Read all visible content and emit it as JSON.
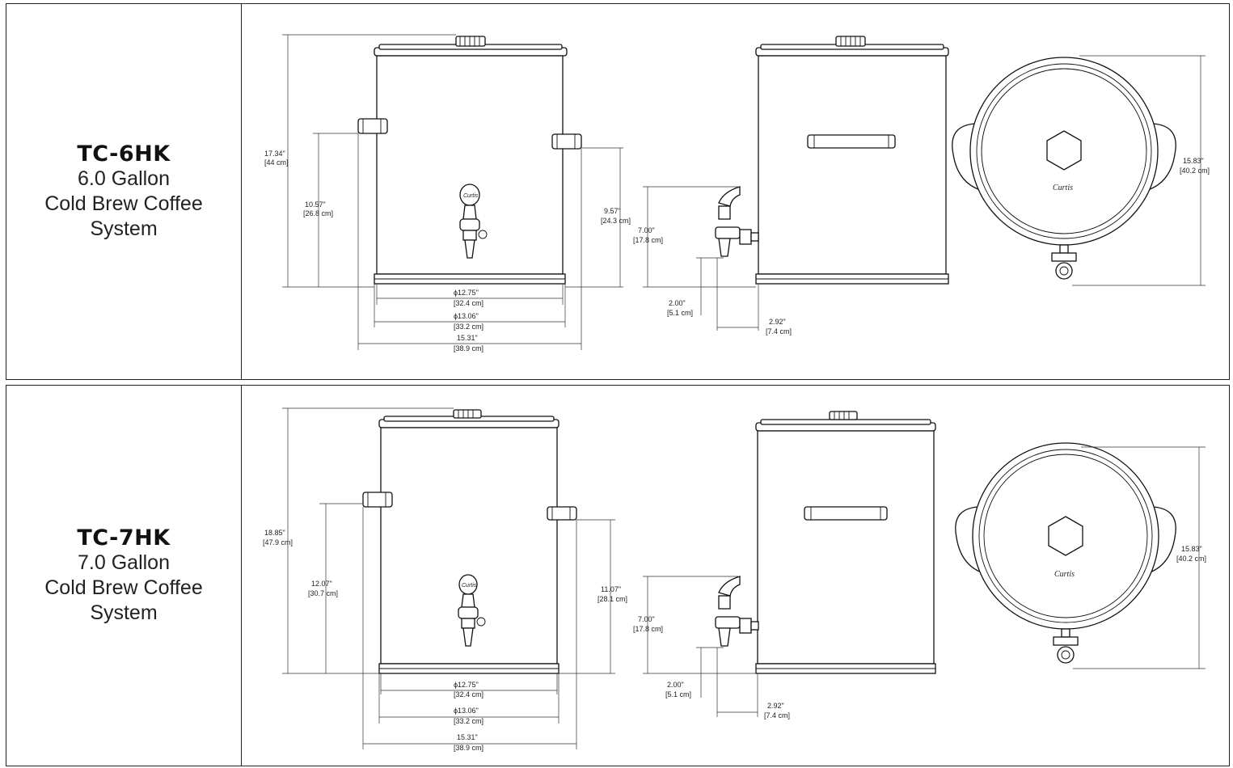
{
  "products": [
    {
      "model": "TC-6HK",
      "capacity": "6.0 Gallon",
      "desc_line1": "Cold Brew Coffee",
      "desc_line2": "System",
      "dims": {
        "height_in": "17.34\"",
        "height_cm": "[44 cm]",
        "left_handle_in": "10.57\"",
        "left_handle_cm": "[26.8 cm]",
        "right_handle_in": "9.57\"",
        "right_handle_cm": "[24.3 cm]",
        "diam1_in": "ϕ12.75\"",
        "diam1_cm": "[32.4 cm]",
        "diam2_in": "ϕ13.06\"",
        "diam2_cm": "[33.2 cm]",
        "width_in": "15.31\"",
        "width_cm": "[38.9 cm]",
        "faucet_h_in": "7.00\"",
        "faucet_h_cm": "[17.8 cm]",
        "faucet_base_in": "2.00\"",
        "faucet_base_cm": "[5.1 cm]",
        "faucet_depth_in": "2.92\"",
        "faucet_depth_cm": "[7.4 cm]",
        "top_diam_in": "15.83\"",
        "top_diam_cm": "[40.2 cm]"
      }
    },
    {
      "model": "TC-7HK",
      "capacity": "7.0 Gallon",
      "desc_line1": "Cold Brew Coffee",
      "desc_line2": "System",
      "dims": {
        "height_in": "18.85\"",
        "height_cm": "[47.9 cm]",
        "left_handle_in": "12.07\"",
        "left_handle_cm": "[30.7 cm]",
        "right_handle_in": "11.07\"",
        "right_handle_cm": "[28.1 cm]",
        "diam1_in": "ϕ12.75\"",
        "diam1_cm": "[32.4 cm]",
        "diam2_in": "ϕ13.06\"",
        "diam2_cm": "[33.2 cm]",
        "width_in": "15.31\"",
        "width_cm": "[38.9 cm]",
        "faucet_h_in": "7.00\"",
        "faucet_h_cm": "[17.8 cm]",
        "faucet_base_in": "2.00\"",
        "faucet_base_cm": "[5.1 cm]",
        "faucet_depth_in": "2.92\"",
        "faucet_depth_cm": "[7.4 cm]",
        "top_diam_in": "15.83\"",
        "top_diam_cm": "[40.2 cm]"
      }
    }
  ],
  "brand_logo": "Curtis"
}
